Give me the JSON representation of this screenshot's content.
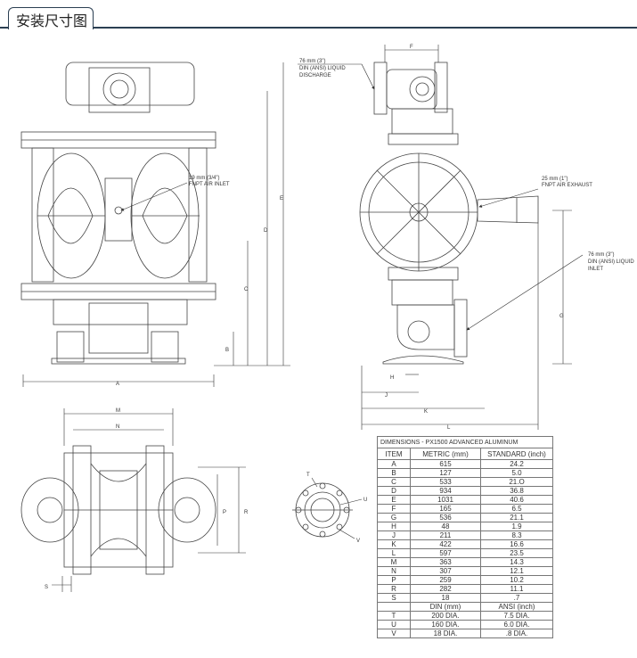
{
  "header": {
    "title": "安装尺寸图"
  },
  "callouts": {
    "discharge": [
      "76 mm (3\")",
      "DIN (ANSI) LIQUID",
      "DISCHARGE"
    ],
    "air_inlet": [
      "19 mm (3/4\")",
      "FNPT AIR INLET"
    ],
    "air_exhaust": [
      "25 mm (1\")",
      "FNPT AIR EXHAUST"
    ],
    "liquid_inlet": [
      "76 mm (3\")",
      "DIN (ANSI) LIQUID",
      "INLET"
    ]
  },
  "dim_letters": {
    "front": [
      "A",
      "B",
      "C",
      "D",
      "E"
    ],
    "side": [
      "F",
      "G",
      "H",
      "J",
      "K",
      "L"
    ],
    "top": [
      "M",
      "N",
      "P",
      "R",
      "S"
    ],
    "flange": [
      "T",
      "U",
      "V"
    ]
  },
  "table": {
    "caption": "DIMENSIONS - PX1500 ADVANCED  ALUMINUM",
    "headers": [
      "ITEM",
      "METRIC (mm)",
      "STANDARD (inch)"
    ],
    "rows": [
      [
        "A",
        "615",
        "24.2"
      ],
      [
        "B",
        "127",
        "5.0"
      ],
      [
        "C",
        "533",
        "21.O"
      ],
      [
        "D",
        "934",
        "36.8"
      ],
      [
        "E",
        "1031",
        "40.6"
      ],
      [
        "F",
        "165",
        "6.5"
      ],
      [
        "G",
        "536",
        "21.1"
      ],
      [
        "H",
        "48",
        "1.9"
      ],
      [
        "J",
        "211",
        "8.3"
      ],
      [
        "K",
        "422",
        "16.6"
      ],
      [
        "L",
        "597",
        "23.5"
      ],
      [
        "M",
        "363",
        "14.3"
      ],
      [
        "N",
        "307",
        "12.1"
      ],
      [
        "P",
        "259",
        "10.2"
      ],
      [
        "R",
        "282",
        "11.1"
      ],
      [
        "S",
        "18",
        ".7"
      ]
    ],
    "sub_headers": [
      "",
      "DIN (mm)",
      "ANSI (inch)"
    ],
    "sub_rows": [
      [
        "T",
        "200 DIA.",
        "7.5 DIA."
      ],
      [
        "U",
        "160 DIA.",
        "6.0 DIA."
      ],
      [
        "V",
        "18 DIA.",
        ".8 DIA."
      ]
    ]
  }
}
